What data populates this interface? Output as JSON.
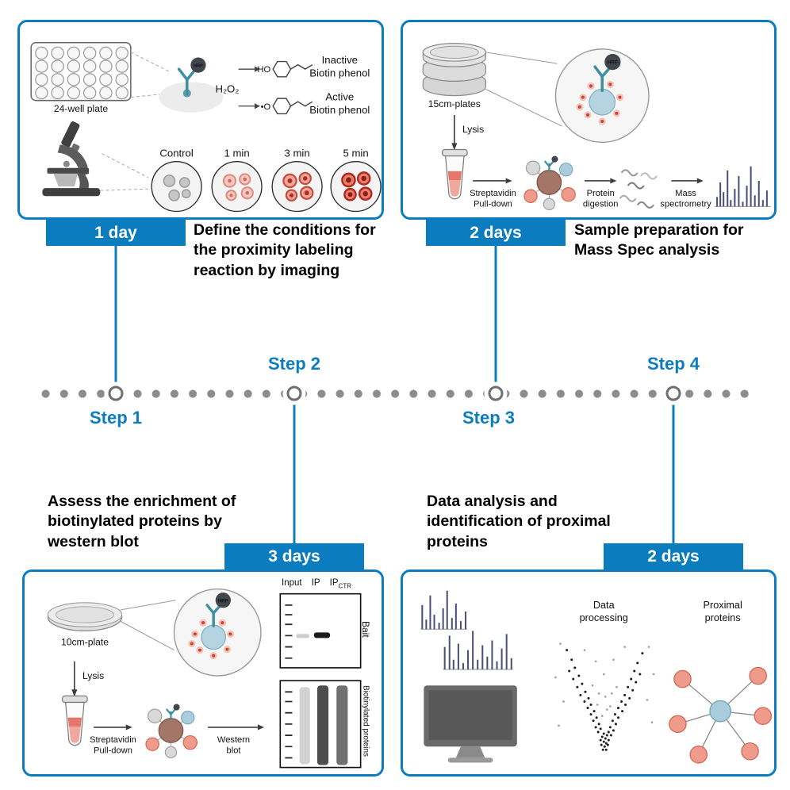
{
  "colors": {
    "accent": "#0b7dbf",
    "timeline_dot": "#8c8c8c"
  },
  "timeline": {
    "step1": "Step 1",
    "step2": "Step 2",
    "step3": "Step 3",
    "step4": "Step 4"
  },
  "badges": {
    "step1": "1 day",
    "step2": "3 days",
    "step3": "2 days",
    "step4": "2 days"
  },
  "descriptions": {
    "step1": "Define the conditions for the proximity labeling reaction by imaging",
    "step2": "Assess the enrichment of biotinylated proteins by western blot",
    "step3": "Sample preparation for Mass Spec analysis",
    "step4": "Data analysis and identification of proximal proteins"
  },
  "panel1": {
    "plate_label": "24-well plate",
    "hrp": "HRP",
    "h2o2": "H₂O₂",
    "ho": "HO",
    "o_radical": "•O",
    "inactive_l1": "Inactive",
    "inactive_l2": "Biotin phenol",
    "active_l1": "Active",
    "active_l2": "Biotin phenol",
    "timepoints": [
      "Control",
      "1 min",
      "3 min",
      "5 min"
    ]
  },
  "panel3": {
    "plates_label": "15cm-plates",
    "hrp": "HRP",
    "lysis": "Lysis",
    "pulldown_l1": "Streptavidin",
    "pulldown_l2": "Pull-down",
    "digestion_l1": "Protein",
    "digestion_l2": "digestion",
    "massspec_l1": "Mass",
    "massspec_l2": "spectrometry"
  },
  "panel2": {
    "plate_label": "10cm-plate",
    "hrp": "HRP",
    "lysis": "Lysis",
    "pulldown_l1": "Streptavidin",
    "pulldown_l2": "Pull-down",
    "western_l1": "Western",
    "western_l2": "blot",
    "gel_col_input": "Input",
    "gel_col_ip": "IP",
    "gel_col_ipctr": "IP",
    "gel_col_ipctr_sub": "CTR",
    "bait": "Bait",
    "biotinylated": "Biotinylated proteins"
  },
  "panel4": {
    "processing_l1": "Data",
    "processing_l2": "processing",
    "proximal_l1": "Proximal",
    "proximal_l2": "proteins"
  }
}
